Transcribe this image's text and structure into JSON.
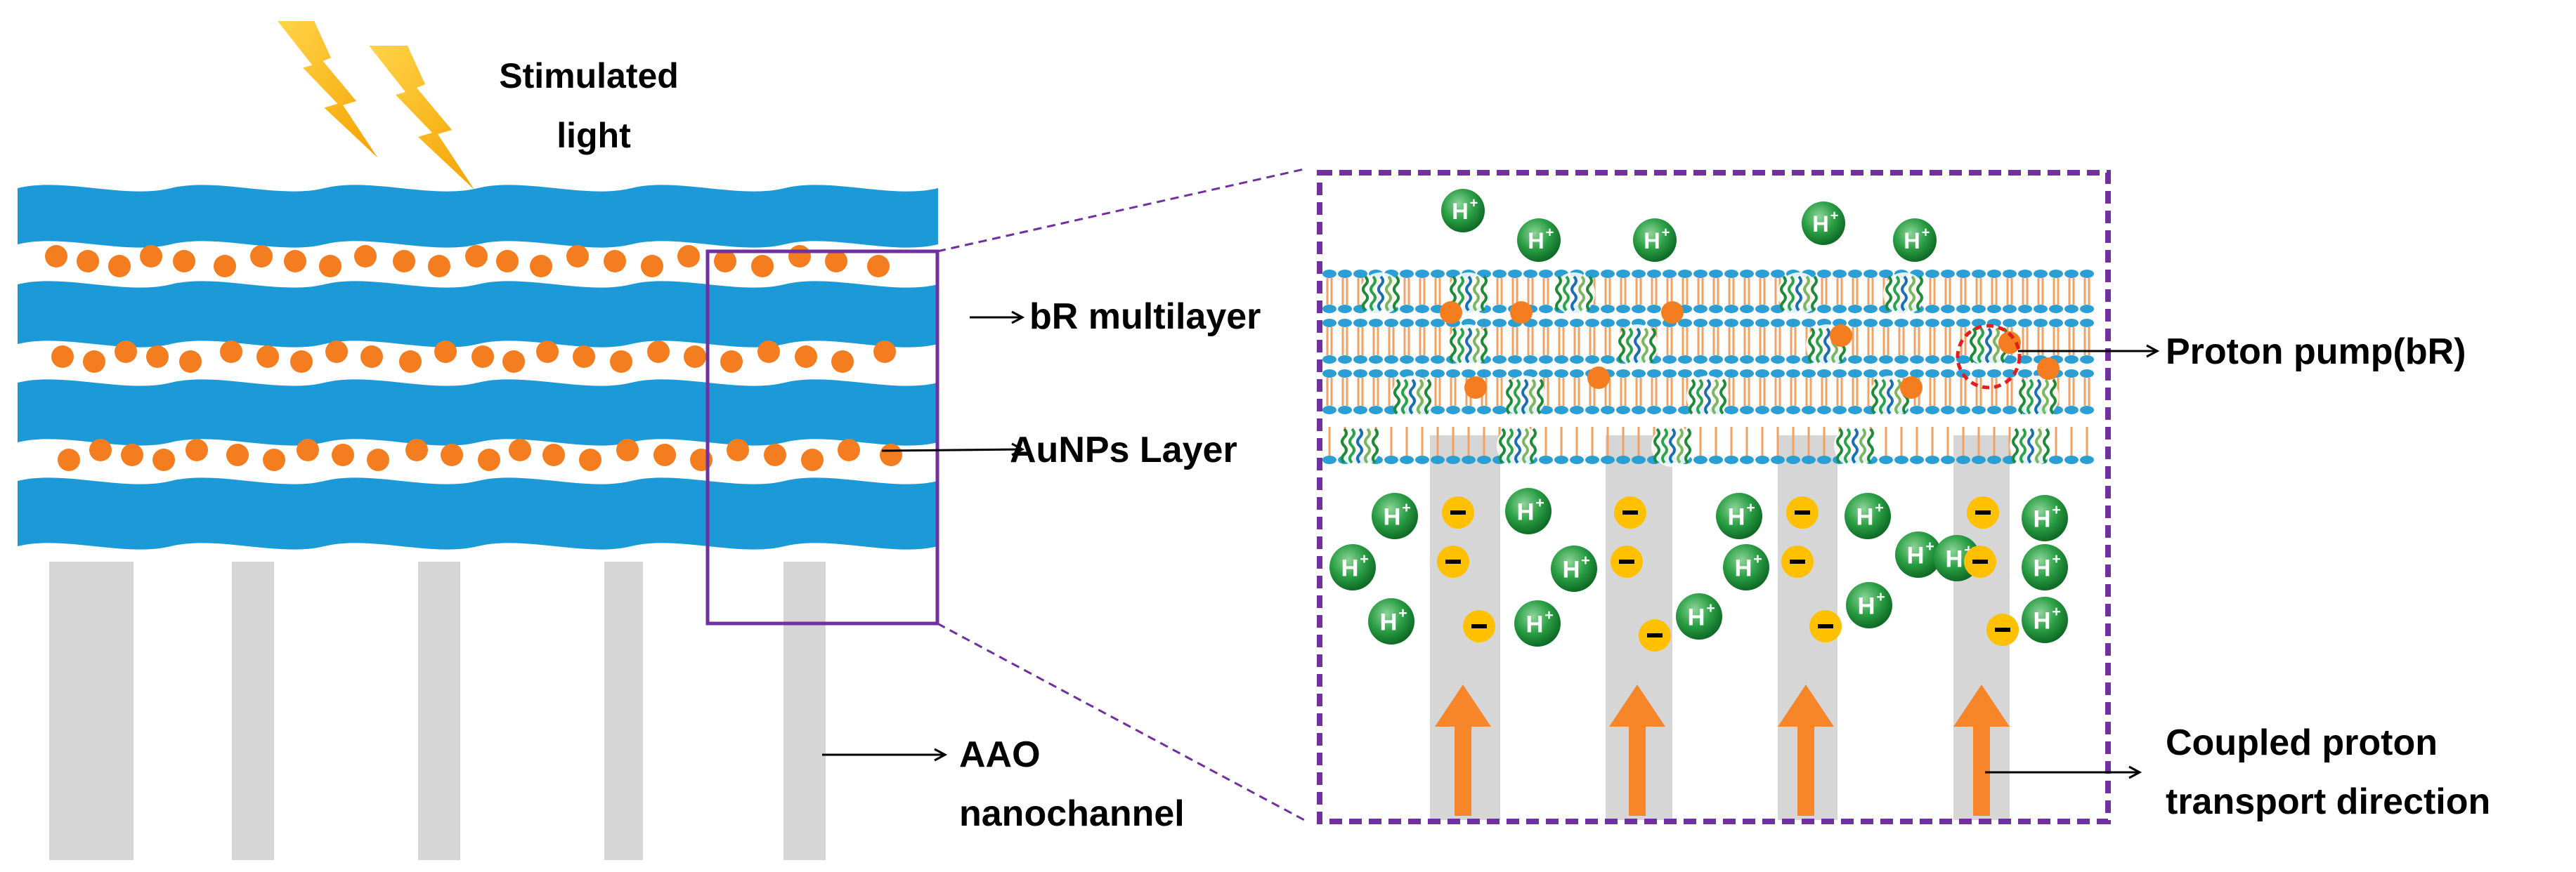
{
  "labels": {
    "stimulated_light": [
      "Stimulated",
      "light"
    ],
    "br_multilayer": "bR multilayer",
    "aunps_layer": "AuNPs Layer",
    "aao_nanochannel": [
      "AAO",
      "nanochannel"
    ],
    "proton_pump": "Proton  pump(bR)",
    "coupled_transport": [
      "Coupled proton",
      "transport direction"
    ]
  },
  "ion_labels": {
    "proton": "H",
    "proton_charge": "+",
    "negative_charge": "−"
  },
  "colors": {
    "membrane_blue": "#1b9ad7",
    "aunp_orange": "#f47d20",
    "channel_gray": "#d6d6d6",
    "proton_green": "#1f9a3a",
    "negative_yellow": "#ffc000",
    "arrow_orange": "#f7862a",
    "zoom_purple": "#7030a0",
    "lightning": "#ffc000",
    "highlight_red": "#e02020"
  }
}
